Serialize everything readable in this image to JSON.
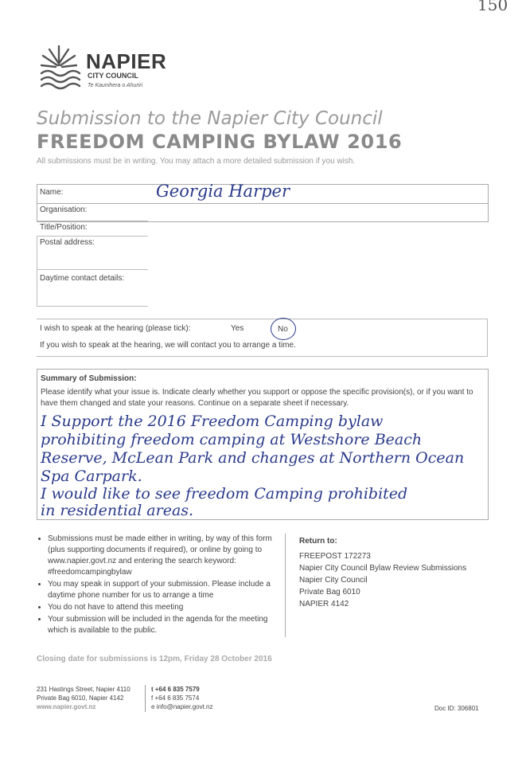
{
  "corner_number": "150",
  "brand": {
    "name": "NAPIER",
    "sub": "CITY COUNCIL",
    "maori": "Te Kaunihera o Ahuriri",
    "logo_icon": "napier-logo-icon"
  },
  "title": {
    "line1": "Submission to the Napier City Council",
    "line2": "FREEDOM CAMPING BYLAW 2016"
  },
  "intro": "All submissions must be in writing. You may attach a more detailed submission if you wish.",
  "form": {
    "name_label": "Name:",
    "name_value": "Georgia Harper",
    "organisation_label": "Organisation:",
    "title_label": "Title/Position:",
    "postal_label": "Postal address:",
    "daytime_label": "Daytime contact details:"
  },
  "hearing": {
    "question": "I wish to speak at the hearing (please tick):",
    "yes": "Yes",
    "no": "No",
    "note": "If you wish to speak at the hearing, we will contact you to arrange a time."
  },
  "summary": {
    "heading": "Summary of Submission:",
    "instructions": "Please identify what your issue is. Indicate clearly whether you support or oppose the specific provision(s), or if you want to have them changed and state your reasons. Continue on a separate sheet if necessary.",
    "handwritten": [
      "I Support the 2016 Freedom Camping bylaw",
      "prohibiting freedom camping at Westshore Beach",
      "Reserve, McLean Park and changes at Northern Ocean",
      "Spa Carpark.",
      "I would like to see freedom Camping prohibited",
      "in residential areas."
    ]
  },
  "bullets": [
    "Submissions must be made either in writing, by way of this form (plus supporting documents if required), or online by going to www.napier.govt.nz and entering the search keyword: #freedomcampingbylaw",
    "You may speak in support of your submission. Please include a daytime phone number for us to arrange a time",
    "You do not have to attend this meeting",
    "Your submission will be included in the agenda for the meeting which is available to the public."
  ],
  "return_to": {
    "heading": "Return to:",
    "lines": [
      "FREEPOST 172273",
      "Napier City Council Bylaw Review Submissions",
      "Napier City Council",
      "Private Bag 6010",
      "NAPIER 4142"
    ]
  },
  "closing": "Closing date for submissions is 12pm, Friday 28 October 2016",
  "footer": {
    "address1": "231 Hastings Street, Napier 4110",
    "address2": "Private Bag 6010, Napier 4142",
    "web": "www.napier.govt.nz",
    "phone": "t +64 6 835 7579",
    "fax": "f +64 6 835 7574",
    "email": "e info@napier.govt.nz",
    "doc_id": "Doc ID: 306801"
  }
}
